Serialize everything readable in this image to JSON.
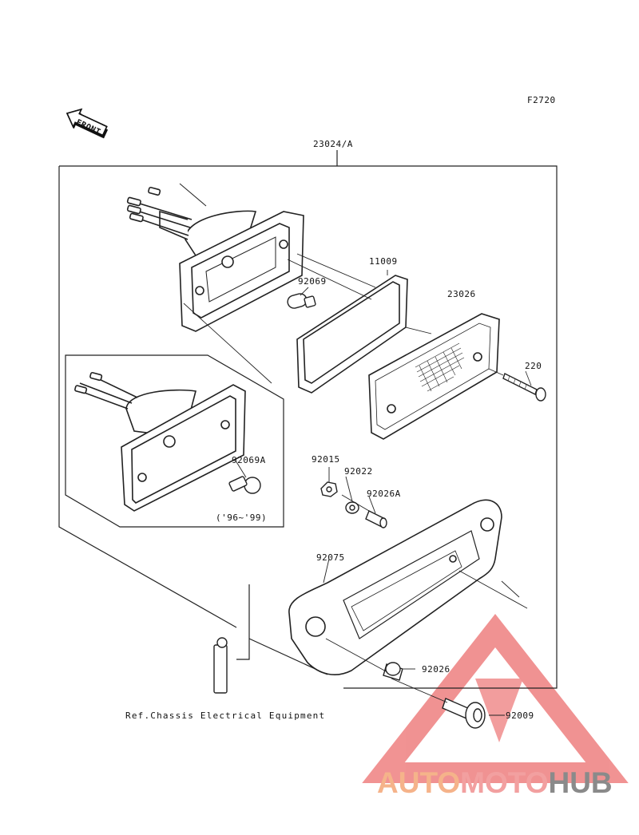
{
  "figure_code": "F2720",
  "front_label": "FRONT",
  "parts": {
    "assembly": "23024/A",
    "gasket": "11009",
    "bulb": "92069",
    "lens": "23026",
    "screw": "220",
    "nut": "92015",
    "washer": "92022",
    "collar_a": "92026A",
    "inset_bulb": "92069A",
    "inset_years": "('96~'99)",
    "bracket": "92075",
    "collar": "92026",
    "bolt": "92009"
  },
  "reference_note": "Ref.Chassis Electrical Equipment",
  "watermark": {
    "part1": "AUTO",
    "part2": "MOTO",
    "part3": "HUB",
    "color1": "#f5b38a",
    "color2": "#f2a0a0",
    "color3": "#8a8a8a",
    "triangle_color": "#ee8080"
  }
}
